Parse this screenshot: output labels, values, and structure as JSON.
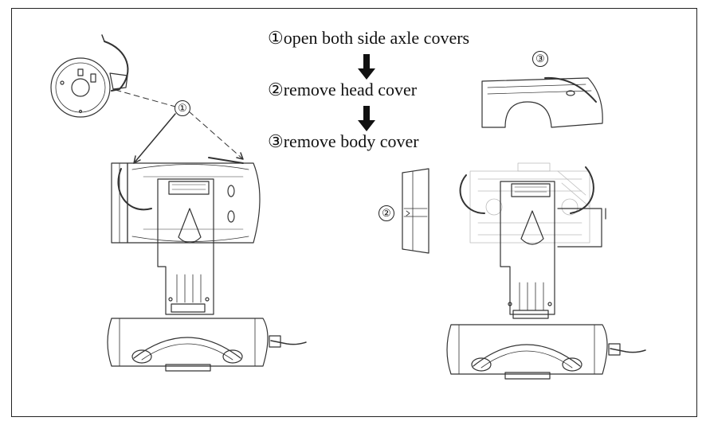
{
  "steps": [
    {
      "text": "①open both side axle covers"
    },
    {
      "text": "②remove head cover"
    },
    {
      "text": "③remove body cover"
    }
  ],
  "callouts": {
    "axle_cover": "①",
    "head_cover": "②",
    "body_cover": "③"
  },
  "colors": {
    "line": "#333333",
    "arrow": "#111111",
    "light_line": "#bbbbbb"
  }
}
